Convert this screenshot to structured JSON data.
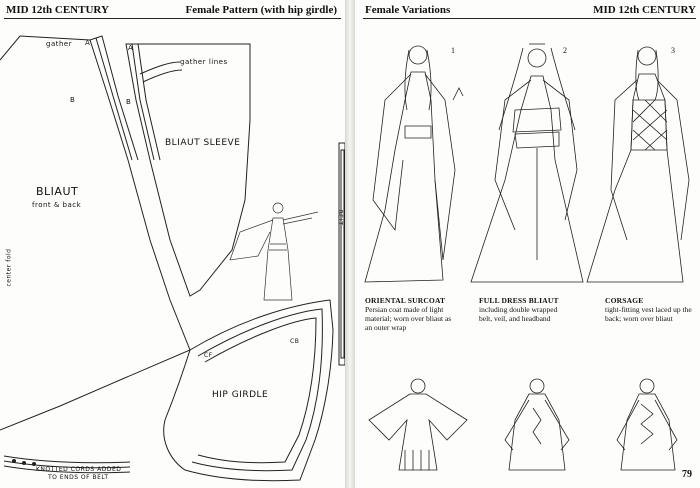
{
  "left_page": {
    "header_left": "MID 12th CENTURY",
    "header_right": "Female Pattern (with hip girdle)",
    "labels": {
      "gather": "gather",
      "mark_a1": "A",
      "mark_b1": "B",
      "mark_a2": "A",
      "mark_b2": "B",
      "gather_lines": "gather lines",
      "bliaut_sleeve": "BLIAUT SLEEVE",
      "bliaut": "BLIAUT",
      "front_back": "front & back",
      "center_fold": "center fold",
      "belt": "BELT",
      "hip_girdle": "HIP GIRDLE",
      "cf": "CF",
      "cb": "CB",
      "knotted_cords": "KNOTTED CORDS ADDED",
      "to_ends": "TO ENDS OF BELT"
    }
  },
  "right_page": {
    "header_left": "Female Variations",
    "header_right": "MID 12th CENTURY",
    "page_number": "79",
    "figures": [
      {
        "number": "1",
        "title": "ORIENTAL SURCOAT",
        "caption": "Persian coat made of light material; worn over bliaut as an outer wrap"
      },
      {
        "number": "2",
        "title": "FULL DRESS BLIAUT",
        "caption": "including double wrapped belt, veil, and headband"
      },
      {
        "number": "3",
        "title": "CORSAGE",
        "caption": "tight-fitting vest laced up the back; worn over bliaut"
      }
    ]
  }
}
